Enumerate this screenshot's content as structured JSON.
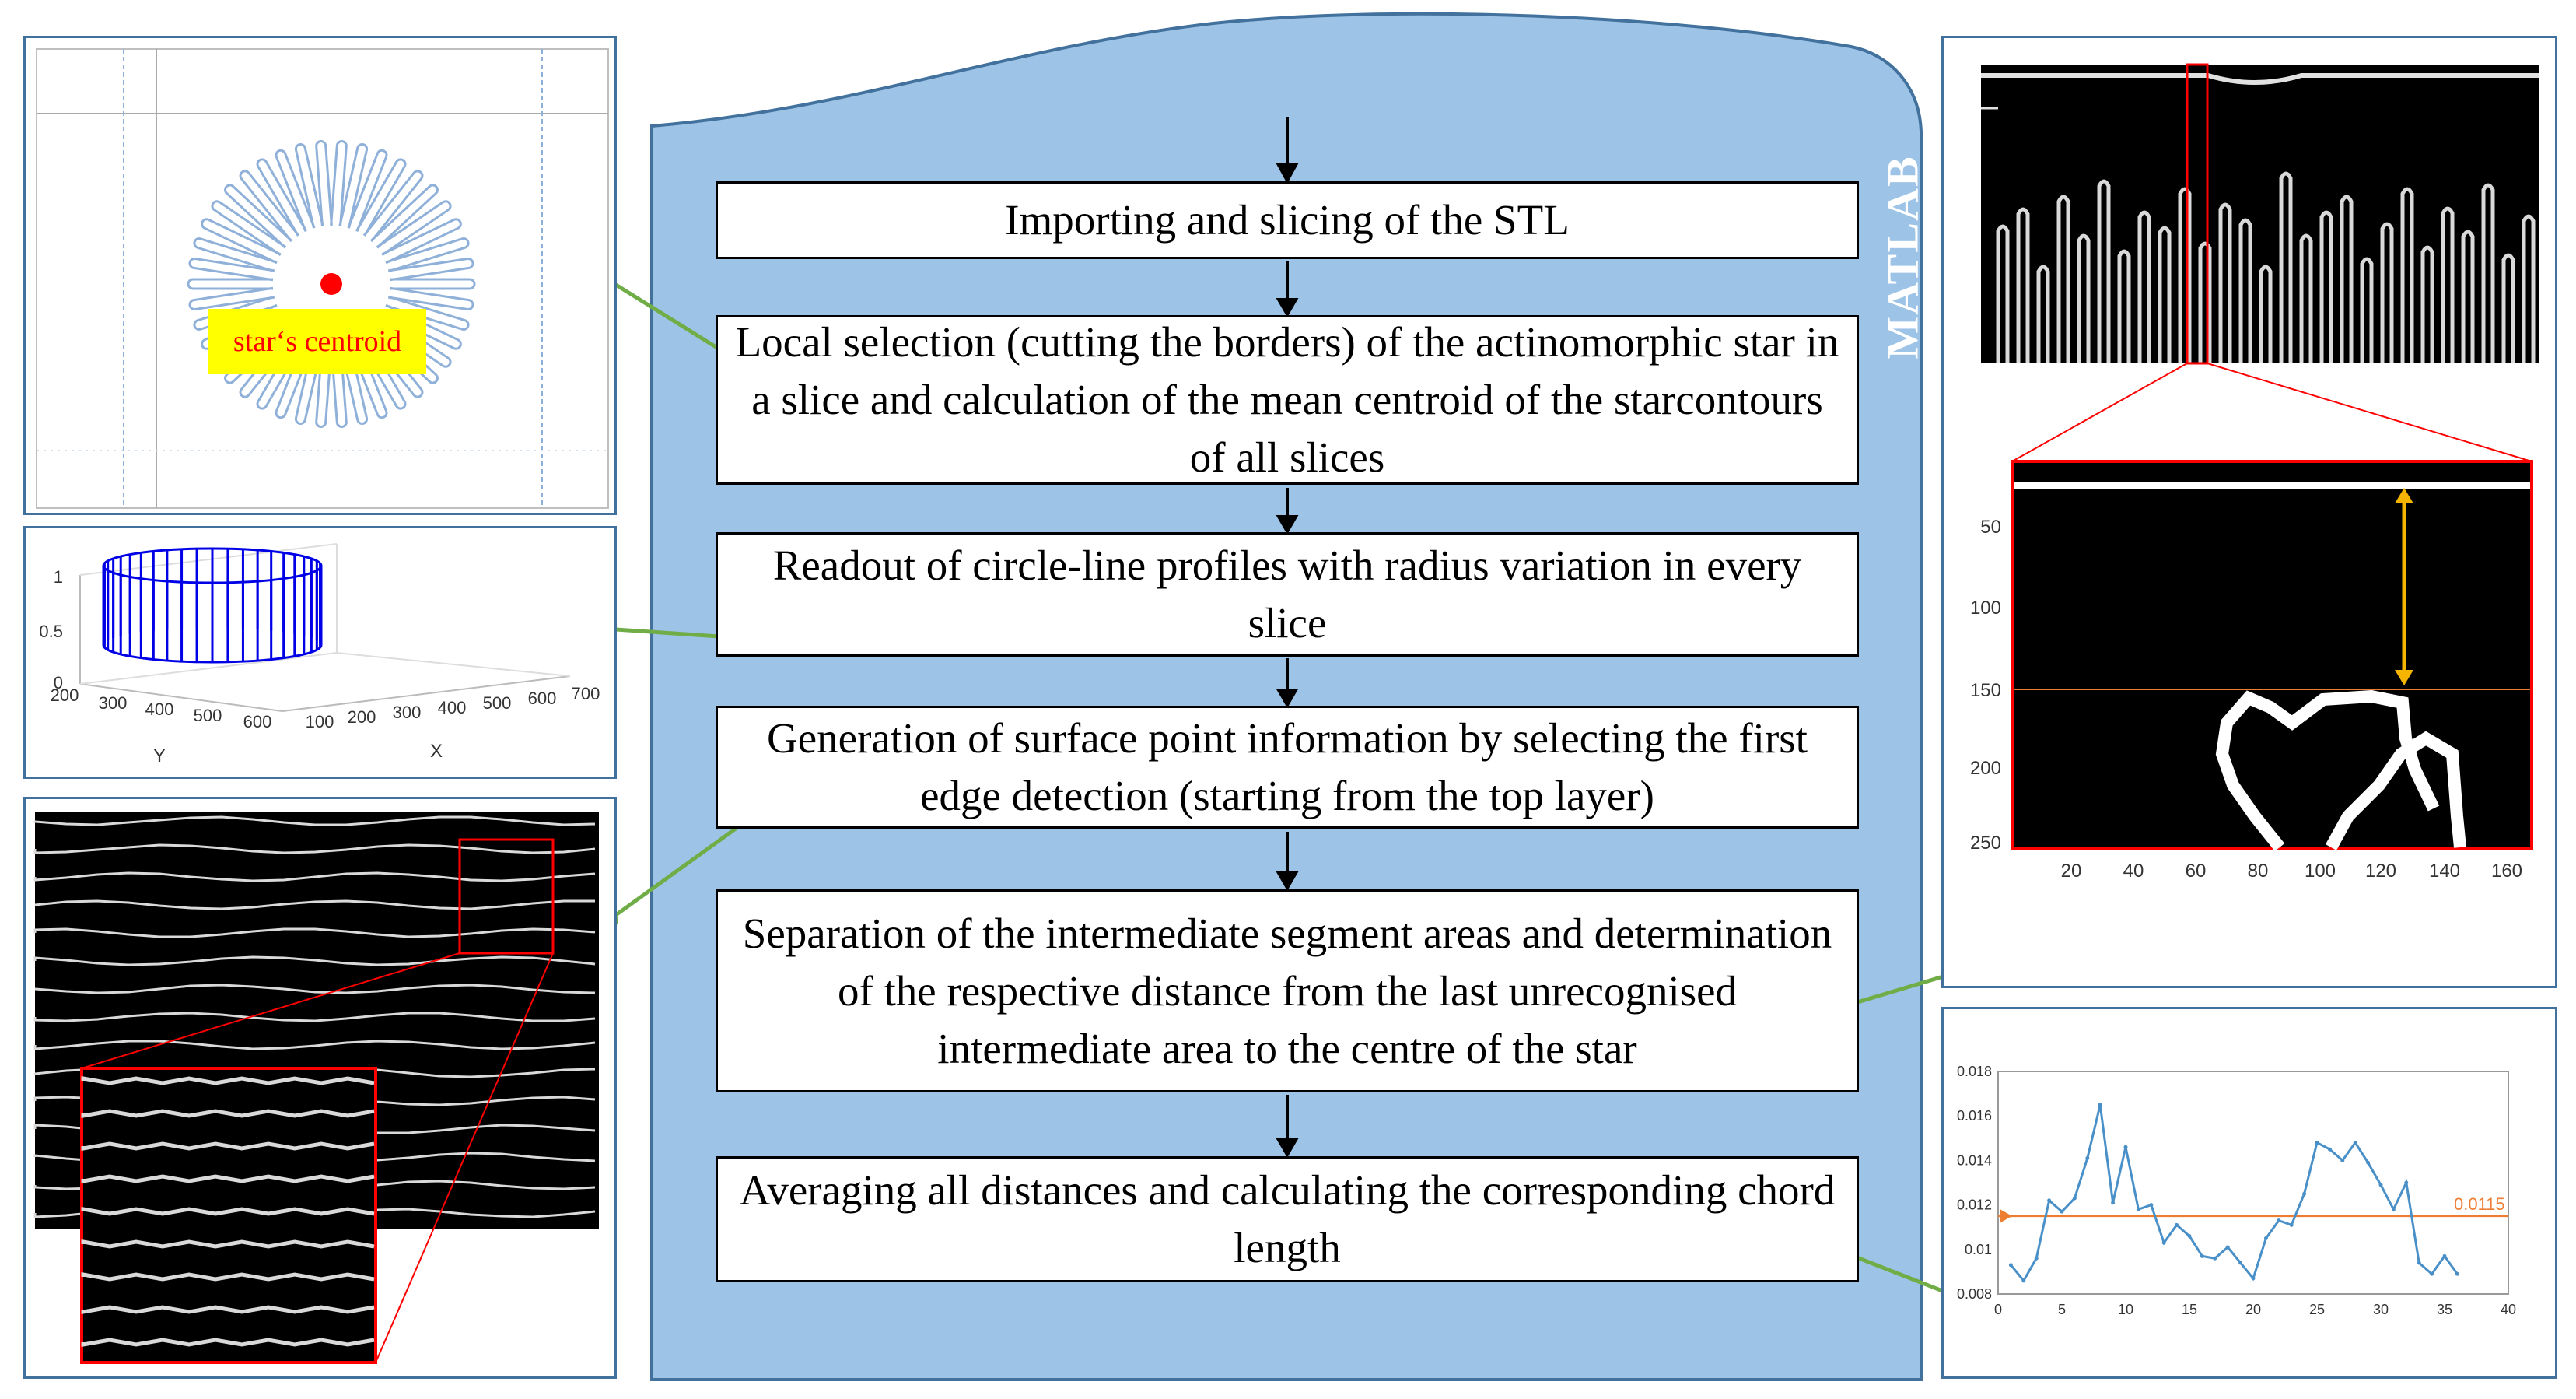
{
  "diagram": {
    "band_label": "MATLAB",
    "steps": [
      "Importing and slicing of the STL",
      "Local selection (cutting the borders) of the actinomorphic star in a slice and calculation of the mean centroid of the starcontours of all slices",
      "Readout of circle-line profiles with radius variation in every slice",
      "Generation of surface point information by selecting the first edge detection (starting from the top layer)",
      "Separation of the intermediate segment areas and determination of the respective distance from the last unrecognised intermediate area to the centre of the star",
      "Averaging all distances and calculating the corresponding chord length"
    ],
    "colors": {
      "band_fill": "#9dc3e6",
      "band_border": "#41719c",
      "connector": "#70ad47",
      "highlight_red": "#ff0000",
      "guide_orange": "#ed7d31"
    }
  },
  "panels": {
    "star_centroid": {
      "label": "star‘s centroid"
    },
    "profile_3d": {
      "z_ticks": [
        "1",
        "0.5",
        "0"
      ],
      "y_ticks": [
        "200",
        "300",
        "400",
        "500",
        "600"
      ],
      "x_ticks": [
        "100",
        "200",
        "300",
        "400",
        "500",
        "600",
        "700"
      ],
      "y_label": "Y",
      "x_label": "X"
    },
    "segment_zoom": {
      "y_ticks": [
        "50",
        "100",
        "150",
        "200",
        "250"
      ],
      "x_ticks": [
        "20",
        "40",
        "60",
        "80",
        "100",
        "120",
        "140",
        "160"
      ]
    }
  },
  "chart_data": {
    "type": "line",
    "title": "",
    "xlabel": "",
    "ylabel": "",
    "xlim": [
      0,
      40
    ],
    "ylim": [
      0.008,
      0.018
    ],
    "x_ticks": [
      "0",
      "5",
      "10",
      "15",
      "20",
      "25",
      "30",
      "35",
      "40"
    ],
    "y_ticks": [
      "0.018",
      "0.016",
      "0.014",
      "0.012",
      "0.01",
      "0.008"
    ],
    "x": [
      1,
      2,
      3,
      4,
      5,
      6,
      7,
      8,
      9,
      10,
      11,
      12,
      13,
      14,
      15,
      16,
      17,
      18,
      19,
      20,
      21,
      22,
      23,
      24,
      25,
      26,
      27,
      28,
      29,
      30,
      31,
      32,
      33,
      34,
      35,
      36
    ],
    "series": [
      {
        "values": [
          0.0093,
          0.0086,
          0.0096,
          0.0122,
          0.0117,
          0.0123,
          0.0141,
          0.0165,
          0.0121,
          0.0146,
          0.0118,
          0.012,
          0.0103,
          0.0111,
          0.0106,
          0.0097,
          0.0096,
          0.0101,
          0.0094,
          0.0087,
          0.0105,
          0.0113,
          0.0111,
          0.0125,
          0.0148,
          0.0145,
          0.014,
          0.0148,
          0.0139,
          0.0129,
          0.0118,
          0.013,
          0.0094,
          0.0089,
          0.0097,
          0.0089
        ]
      }
    ],
    "mean_line": {
      "value": 0.0115,
      "label": "0.0115"
    }
  }
}
